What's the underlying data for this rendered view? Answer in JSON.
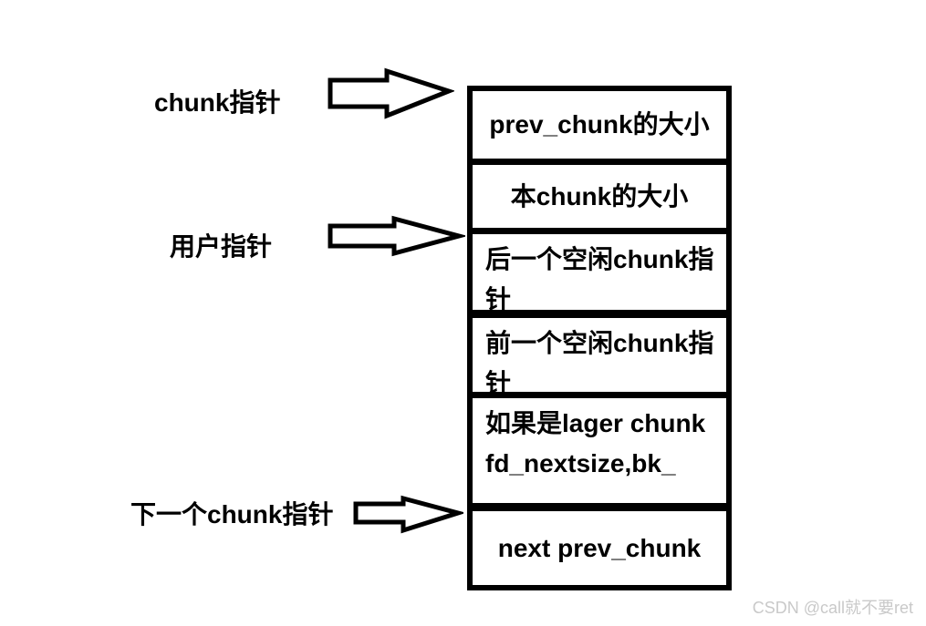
{
  "watermark": {
    "text": "CSDN @call就不要ret",
    "color": "#c9c9c9"
  },
  "labels": [
    {
      "text": "chunk指针"
    },
    {
      "text": "用户指针"
    },
    {
      "text": "下一个chunk指针"
    }
  ],
  "arrows": [
    {
      "name": "chunk-pointer-arrow",
      "direction": "right",
      "points_to": "top of chunk box (prev_chunk size field)"
    },
    {
      "name": "user-pointer-arrow",
      "direction": "right",
      "points_to": "boundary below 本chunk的大小 field"
    },
    {
      "name": "next-chunk-pointer-arrow",
      "direction": "right",
      "points_to": "boundary above next prev_chunk field"
    }
  ],
  "boxes": [
    {
      "line1": "prev_chunk的大小"
    },
    {
      "line1": "本chunk的大小"
    },
    {
      "line1": "后一个空闲chunk指",
      "line2": "针"
    },
    {
      "line1": "前一个空闲chunk指",
      "line2": "针"
    },
    {
      "line1": "如果是lager chunk",
      "line2": "fd_nextsize,bk_"
    },
    {
      "line1": "next prev_chunk"
    }
  ],
  "colors": {
    "border": "#000000",
    "text": "#000000",
    "background": "#ffffff"
  }
}
